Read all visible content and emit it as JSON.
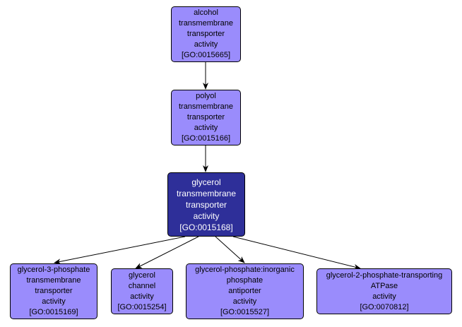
{
  "diagram": {
    "colors": {
      "node_fill": "#9a8cfc",
      "focus_fill": "#2e2f99",
      "focus_text": "#ffffff",
      "edge": "#000000"
    },
    "nodes": [
      {
        "id": "GO:0015665",
        "lines": [
          "alcohol",
          "transmembrane",
          "transporter",
          "activity",
          "[GO:0015665]"
        ],
        "focus": false
      },
      {
        "id": "GO:0015166",
        "lines": [
          "polyol",
          "transmembrane",
          "transporter",
          "activity",
          "[GO:0015166]"
        ],
        "focus": false
      },
      {
        "id": "GO:0015168",
        "lines": [
          "glycerol",
          "transmembrane",
          "transporter",
          "activity",
          "[GO:0015168]"
        ],
        "focus": true
      },
      {
        "id": "GO:0015169",
        "lines": [
          "glycerol-3-phosphate",
          "transmembrane",
          "transporter",
          "activity",
          "[GO:0015169]"
        ],
        "focus": false
      },
      {
        "id": "GO:0015254",
        "lines": [
          "glycerol",
          "channel",
          "activity",
          "[GO:0015254]"
        ],
        "focus": false
      },
      {
        "id": "GO:0015527",
        "lines": [
          "glycerol-phosphate:inorganic",
          "phosphate",
          "antiporter",
          "activity",
          "[GO:0015527]"
        ],
        "focus": false
      },
      {
        "id": "GO:0070812",
        "lines": [
          "glycerol-2-phosphate-transporting",
          "ATPase",
          "activity",
          "[GO:0070812]"
        ],
        "focus": false
      }
    ],
    "edges": [
      {
        "from": "GO:0015665",
        "to": "GO:0015166"
      },
      {
        "from": "GO:0015166",
        "to": "GO:0015168"
      },
      {
        "from": "GO:0015168",
        "to": "GO:0015169"
      },
      {
        "from": "GO:0015168",
        "to": "GO:0015254"
      },
      {
        "from": "GO:0015168",
        "to": "GO:0015527"
      },
      {
        "from": "GO:0015168",
        "to": "GO:0070812"
      }
    ]
  }
}
